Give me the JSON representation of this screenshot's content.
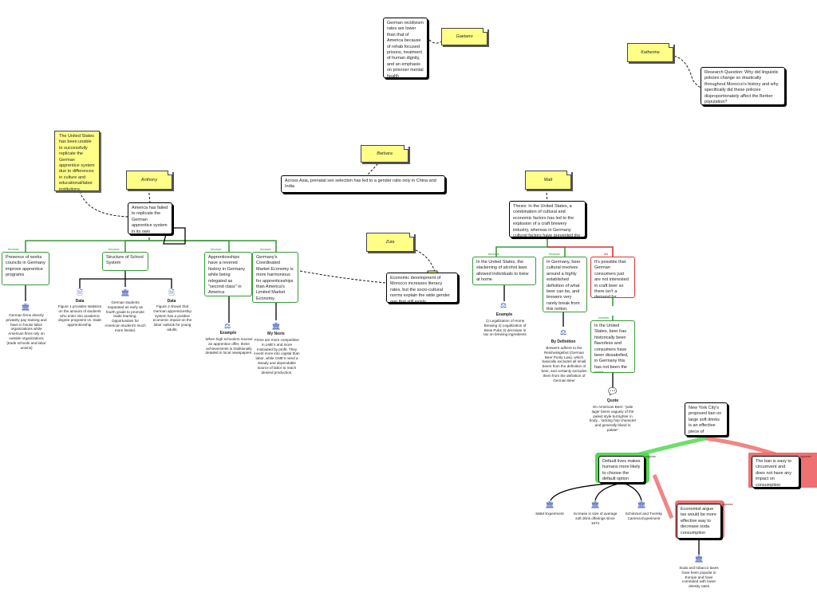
{
  "colors": {
    "support": "#3a9a3a",
    "oppose": "#e03030",
    "note": "#ffff88",
    "icon": "#1f3fa8"
  },
  "people": {
    "anthony": "Anthony",
    "barbara": "Barbara",
    "gaetano": "Gaetano",
    "katherine": "Katherine",
    "matt": "Matt",
    "zula": "Zula"
  },
  "notes": {
    "us_apprentice": "The United States has been unable to successfully replicate the German apprentice system due to differences in culture and educational/labor institutions."
  },
  "claims": {
    "gaetano": "German recidivism rates are lower than that of America because of rehab focused prisons, treatment of human dignity, and an emphasis on prisoner mental health",
    "katherine": "Research Question: Why did linguistic policies change so drastically throughout Morocco's history and why specifically did these policies disproportionately affect the Berber population?",
    "barbara": "Across Asia, prenatal sex selection has led to a gender ratio only in China and India",
    "anthony": "America has failed to replicate the German apprentice system in its own economy",
    "zula": "Economic development of Morocco increases literacy rates, but the socio-cultural norms explain the wide gender gap that still exists",
    "matt": "Thesis: In the United States, a combination of cultural and economic factors has led to the explosion of a craft brewery industry, whereas in Germany cultural factors have prevented the same result.",
    "nyc": "New York City's proposed ban on large soft drinks is an effective piece of legislation"
  },
  "anthony_reasons": [
    {
      "label": "because",
      "text": "Presence of works councils in Germany improve apprentice programs"
    },
    {
      "label": "because",
      "text": "Structure of School System"
    },
    {
      "label": "because",
      "text": "Apprenticeships have a revered history in Germany while being relegated as \"second class\" in America"
    },
    {
      "label": "because",
      "text": "Germany's Coordinated Market Economy is more harmonious for apprenticeships than America's Limited Market Economy."
    }
  ],
  "anthony_evidence": [
    {
      "title": "",
      "text": "German firms directly privately pay training and have in house labor organizations while American firms rely on outside organizations (trade schools and labor unions)"
    },
    {
      "title": "Data",
      "text": "Figure 1 provides statistics on the amount of students who enter into academic degree programs vs. trade apprenticeship."
    },
    {
      "title": "",
      "text": "German students separated as early as fourth grade to promote trade learning. Opportunities for American student's much more limited."
    },
    {
      "title": "Data",
      "text": "Figure 2 shows that German apprenticeship system has a positive economic impact on the labor outlook for young adults."
    },
    {
      "title": "Example",
      "text": "When high schoolers receive an apprentice offer, these achievements is traditionally detailed in local newspapers."
    },
    {
      "title": "My Nexis",
      "text": "Firms are more competitive in LME's and more motivated by profit. They invest more into capital than labor, while CME's need a steady and dependable source of labor to reach desired production."
    }
  ],
  "matt_reasons": [
    {
      "label": "because",
      "text": "In the United States, the slackening of alcohol laws allowed individuals to brew at home"
    },
    {
      "label": "because",
      "text": "In Germany, beer cultural involves around a highly established definition of what beer can be, and brewers very rarely break from this notion."
    },
    {
      "label": "but",
      "text": "It's possible that German consumers just are not interested in craft beer so there isn't a demand for products to meet."
    },
    {
      "label": "however",
      "text": "In the United States, beer has historically been flavorless and consumers have been dissatisfied, in Germany this has not been the case"
    }
  ],
  "matt_evidence": [
    {
      "title": "Example",
      "text": "1) Legalization of Home Brewing 2) Legalization of Brew Pubs 3) decrease in tax on brewing ingredients"
    },
    {
      "title": "By Definition",
      "text": "Brewers adhere to the Reinheitsgebot (German Beer Purity Law), which basically excludes all small beers from the definition of beer, and certainly excludes them from the definition of German Beer"
    },
    {
      "title": "Quote",
      "text": "On American Beer: \"pale lager beers vaguely of the palest style but lighter in body... lacking hop character and generally bland in palate\""
    }
  ],
  "nyc_reasons": [
    {
      "label": "supports",
      "text": "Default lives makes humans more likely to choose the default option"
    },
    {
      "label": "opposes",
      "text": "The ban is easy to circumvent and does not have any impact on consumption"
    },
    {
      "label": "opposes",
      "text": "Economist argue tax would be more effective way to decrease soda consumption"
    }
  ],
  "nyc_evidence": [
    "M&M Experiment",
    "Increase in size of average soft drink offerings since 1974",
    "Schimmel and Tversky Camera Experiment",
    "Soda and tobacco taxes have been popular in Europe and have correlated with lower obesity rates"
  ],
  "icons": [
    "document-icon",
    "pillar-icon",
    "scale-icon",
    "speech-bubble-icon"
  ]
}
